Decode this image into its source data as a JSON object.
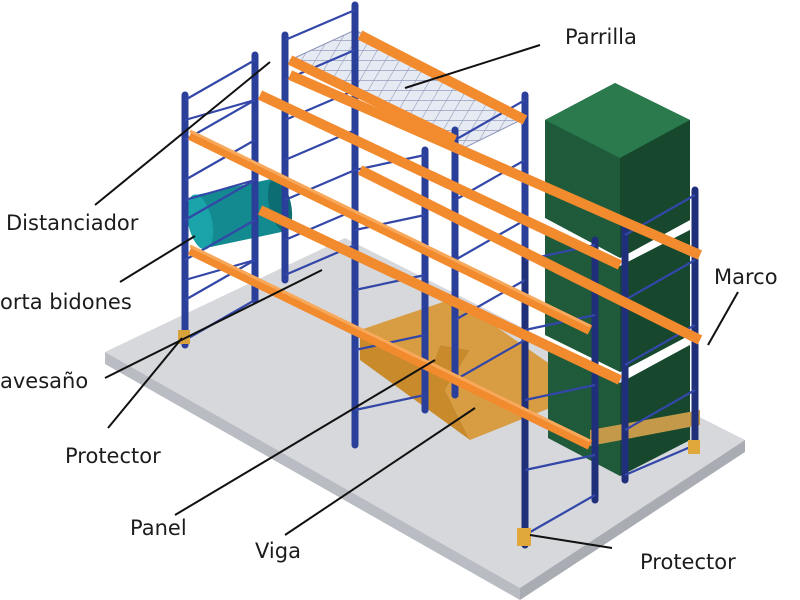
{
  "labels": {
    "parrilla": "Parrilla",
    "distanciador": "Distanciador",
    "porta_bidones": "orta bidones",
    "travesano": "avesaño",
    "protector_left": "Protector",
    "panel": "Panel",
    "viga": "Viga",
    "marco": "Marco",
    "protector_right": "Protector"
  },
  "colors": {
    "upright": "#2a3f9a",
    "beam": "#f28a2e",
    "floor": "#d4d6db",
    "box": "#1f5a3a",
    "drum": "#138a8f",
    "panel": "#d89a3a"
  }
}
